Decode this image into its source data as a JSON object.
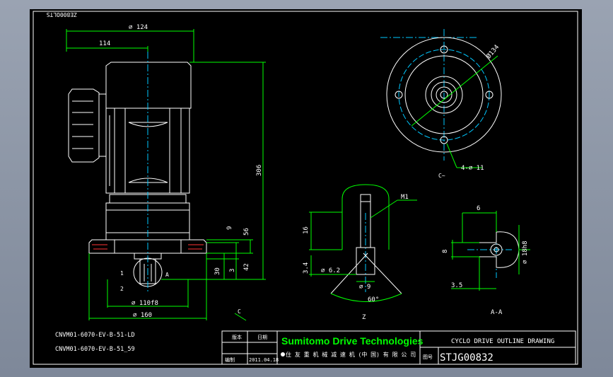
{
  "colors": {
    "background": "#000000",
    "outline": "#ffffff",
    "dimension": "#00ff00",
    "centerline": "#00c8ff",
    "hatch": "#ff3333",
    "brand": "#00ff00"
  },
  "drawing_id_rotated": "ZE800OLTS",
  "dimensions": {
    "dia_124": "⌀ 124",
    "d_114": "114",
    "d_306": "306",
    "d_56": "56",
    "d_9": "9",
    "d_42": "42",
    "d_3": "3",
    "d_30": "30",
    "dia_110": "⌀ 110f8",
    "dia_160": "⌀ 160",
    "dia_134": "Ø134",
    "holes": "4-⌀ 11",
    "d_16": "16",
    "d_34": "3.4",
    "dia_62": "⌀ 6.2",
    "dia_9": "⌀ 9",
    "angle_60": "60°",
    "d_6": "6",
    "d_8": "8",
    "d_35": "3.5",
    "dia_18": "⌀ 18h8",
    "thread": "M1"
  },
  "labels": {
    "one": "1",
    "two": "2",
    "a": "A",
    "c": "C",
    "view_c": "C~",
    "z": "Z",
    "aa": "A-A"
  },
  "models": [
    "CNVM01-6070-EV-B-51-LD",
    "CNVM01-6070-EV-B-51_59"
  ],
  "title_block": {
    "cell1": "版本",
    "cell2": "日期",
    "cell3": "编制",
    "date": "2011.04.18",
    "brand": "Sumitomo Drive Technologies",
    "company": "住 友 重 机 械 减 速 机 (中 国) 有 限 公 司",
    "title": "CYCLO DRIVE OUTLINE DRAWING",
    "no_label": "图号",
    "drawing_no": "STJG00832"
  }
}
